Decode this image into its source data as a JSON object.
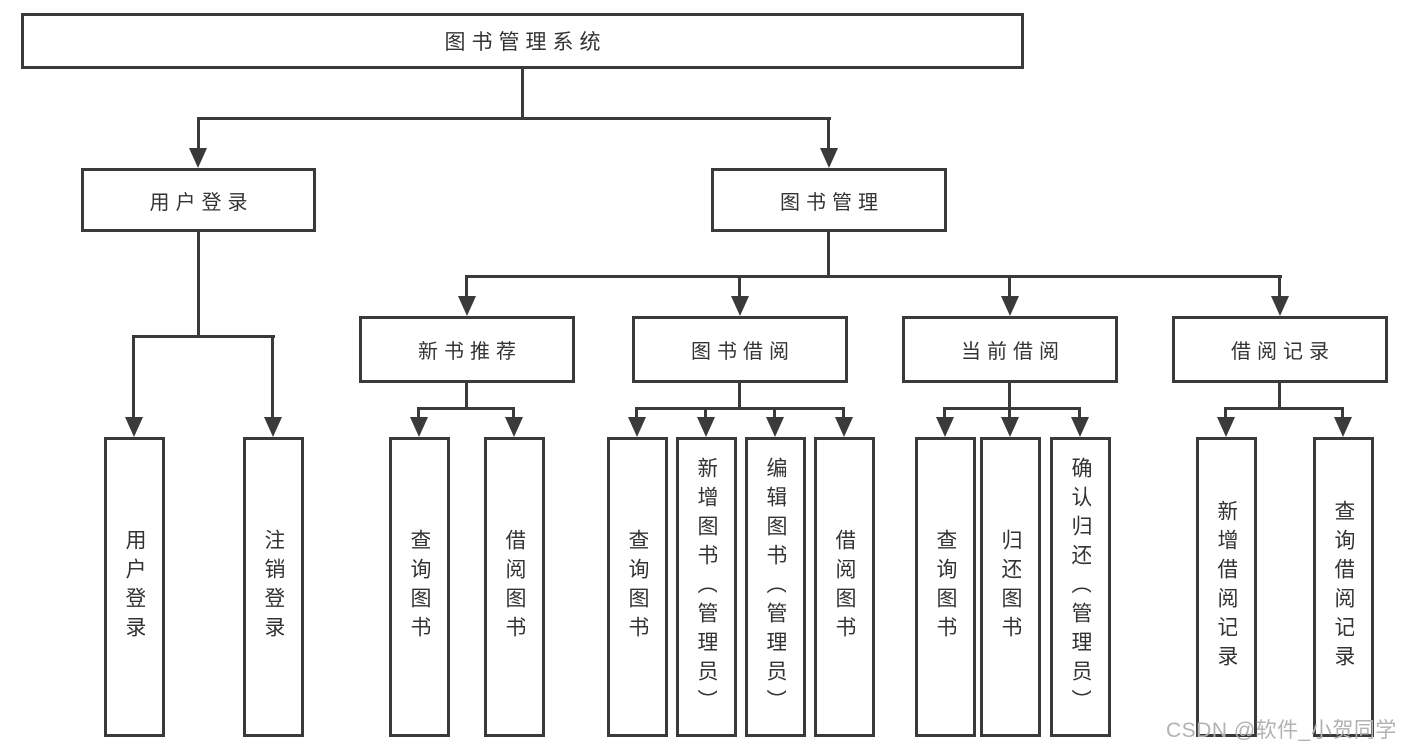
{
  "colors": {
    "line": "#3a3a3a",
    "text": "#333333",
    "node_background": "#ffffff",
    "watermark_text_color": "#b2b2b2"
  },
  "diagram": {
    "root": {
      "label": "图书管理系统"
    },
    "level1": [
      {
        "label": "用户登录"
      },
      {
        "label": "图书管理"
      }
    ],
    "level2": [
      {
        "label": "新书推荐"
      },
      {
        "label": "图书借阅"
      },
      {
        "label": "当前借阅"
      },
      {
        "label": "借阅记录"
      }
    ],
    "leaves": {
      "user_login": [
        "用户登录",
        "注销登录"
      ],
      "new_book_recommend": [
        "查询图书",
        "借阅图书"
      ],
      "book_borrow": [
        "查询图书",
        "新增图书（管理员）",
        "编辑图书（管理员）",
        "借阅图书"
      ],
      "current_borrow": [
        "查询图书",
        "归还图书",
        "确认归还（管理员）"
      ],
      "borrow_record": [
        "新增借阅记录",
        "查询借阅记录"
      ]
    }
  },
  "watermark": {
    "text": "CSDN @软件_小贺同学"
  }
}
